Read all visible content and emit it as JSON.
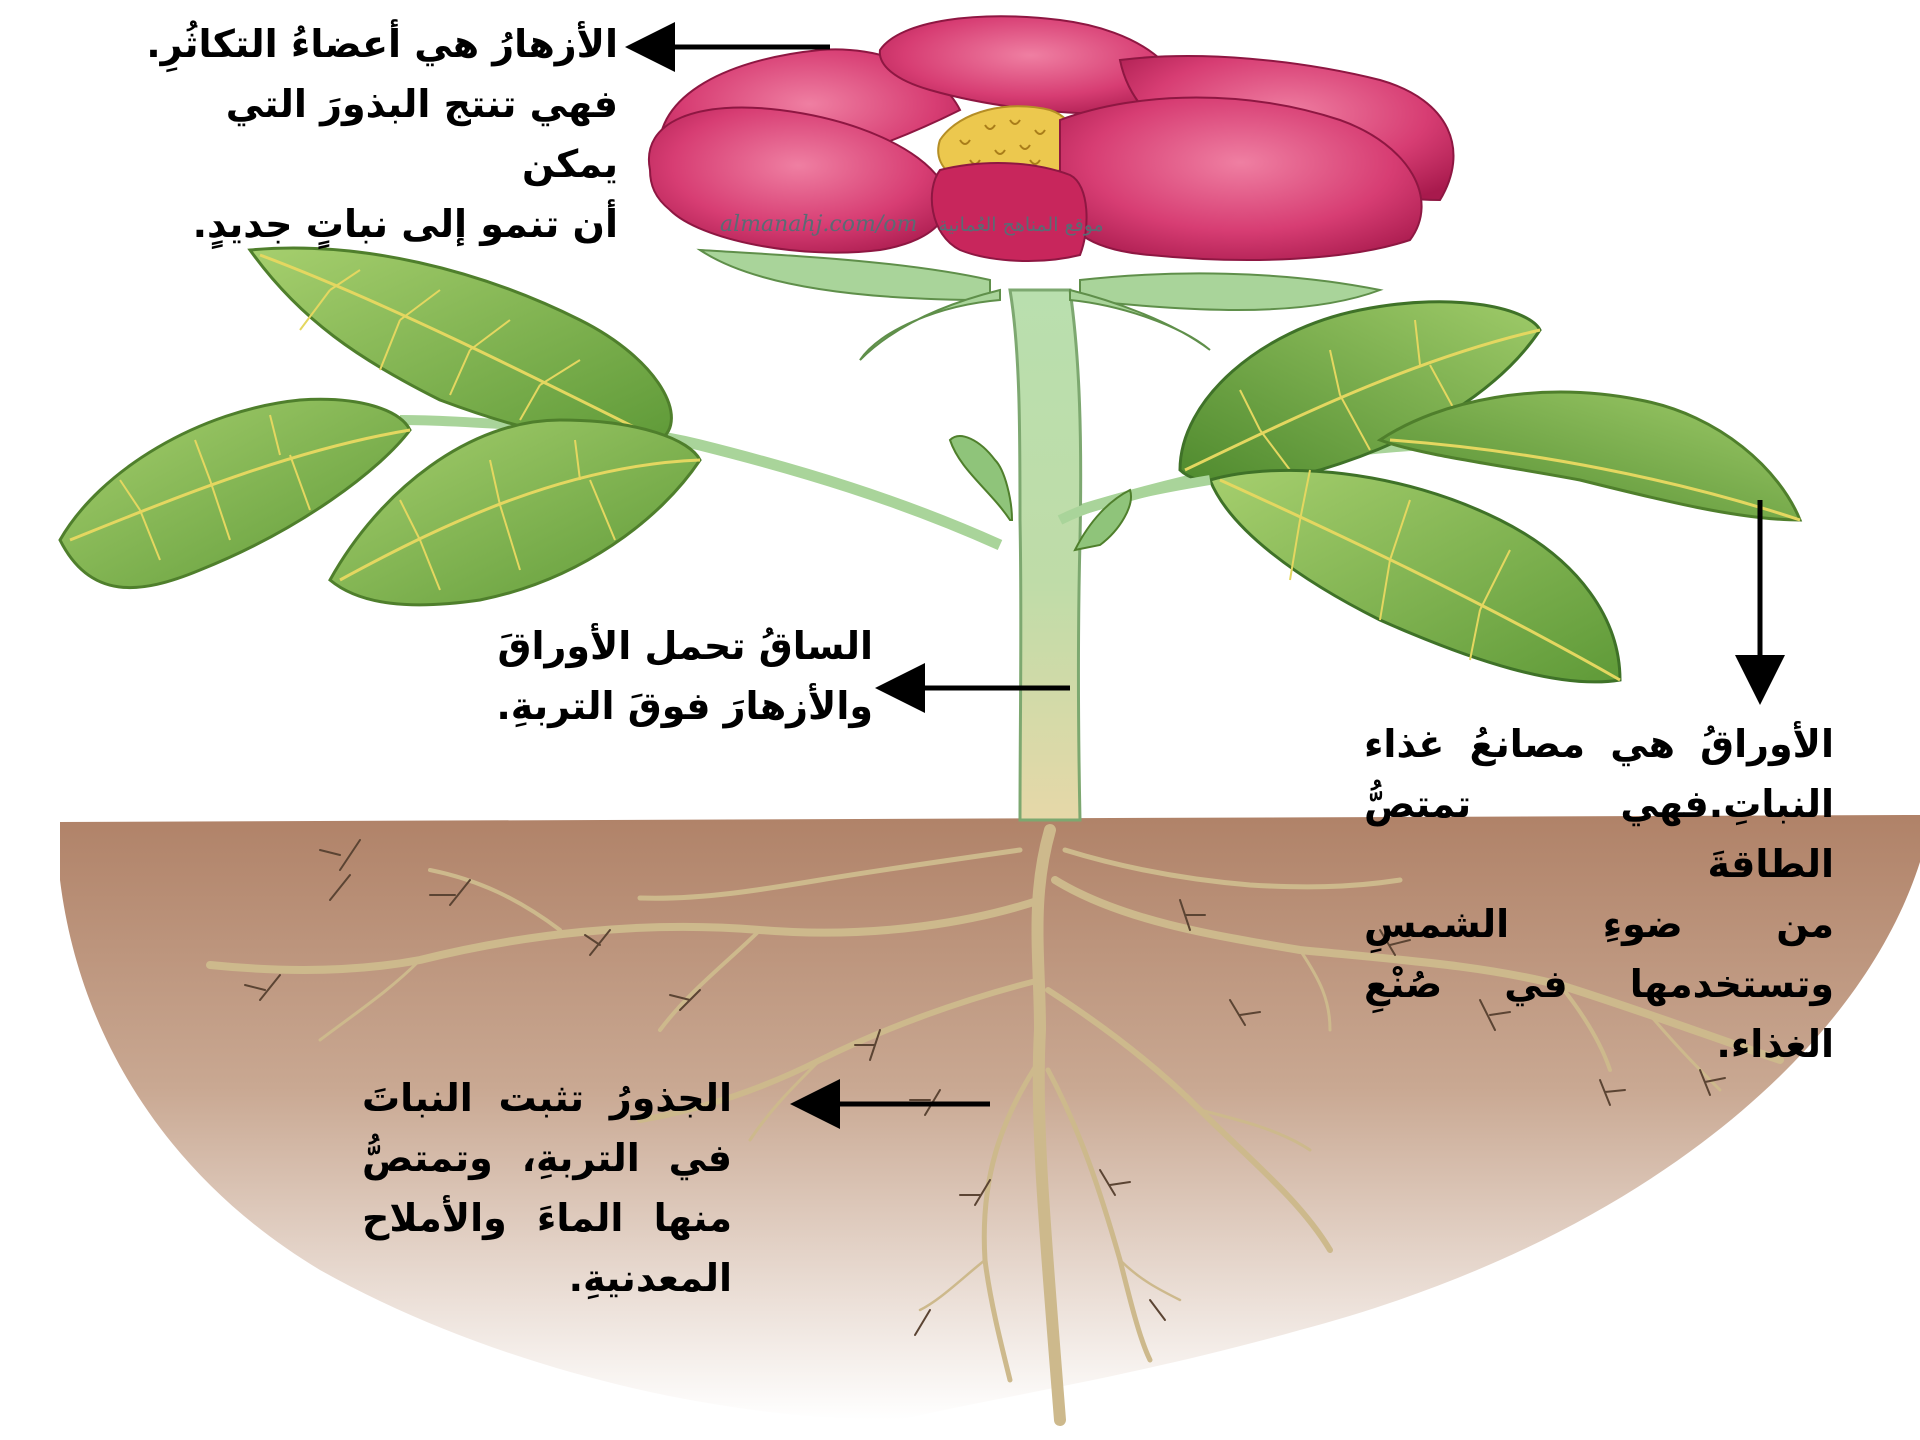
{
  "labels": {
    "flowers": "الأزهارُ هي أعضاءُ التكاثُرِ.\nفهي تنتج البذورَ التي يمكن\nأن تنمو إلى نباتٍ جديدٍ.",
    "stem": "الساقُ تحمل الأوراقَ\nوالأزهارَ فوقَ التربةِ.",
    "leaves": "الأوراقُ هي مصانعُ غذاء\nالنباتِ.فهي تمتصُّ الطاقةَ\nمن ضوءِ الشمسِ\nوتستخدمها في صُنْعِ\nالغذاء.",
    "roots": "الجذورُ تثبت النباتَ\nفي التربةِ، وتمتصُّ\nمنها الماءَ والأملاح\nالمعدنيةِ."
  },
  "watermark": {
    "url": "almanahj.com/om",
    "text": "موقع المناهج العُمانية"
  },
  "colors": {
    "petal": "#d3386f",
    "petal_dark": "#a8194d",
    "stamen": "#e8c24a",
    "leaf": "#7fb04a",
    "leaf_dark": "#5e8f33",
    "leaf_vein": "#e2d35a",
    "stem": "#b7dca8",
    "soil": "#b7896c",
    "root": "#d8c49a",
    "arrow": "#000000"
  }
}
